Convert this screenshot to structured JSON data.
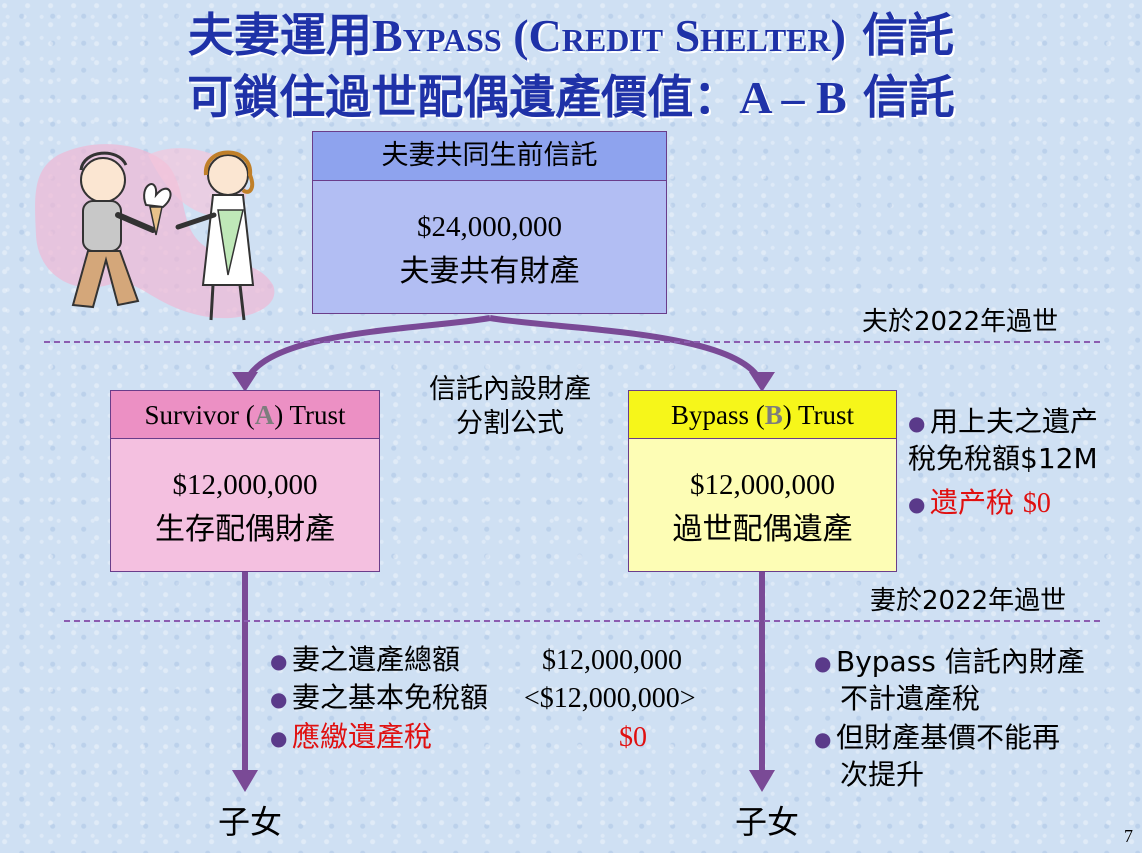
{
  "title": {
    "line1_cjk_a": "夫妻運用",
    "line1_latin": "Bypass (Credit Shelter)",
    "line1_cjk_b": "信託",
    "line2_cjk": "可鎖住過世配偶遺產價值：",
    "line2_latin": "A – B",
    "line2_cjk_b": "信託"
  },
  "joint_trust": {
    "header": "夫妻共同生前信託",
    "amount": "$24,000,000",
    "label": "夫妻共有財產"
  },
  "husband_death": "夫於2022年過世",
  "split_formula": [
    "信託內設財產",
    "分割公式"
  ],
  "trust_a": {
    "header_pre": "Survivor (",
    "letter": "A",
    "header_post": ") Trust",
    "amount": "$12,000,000",
    "label": "生存配偶財產"
  },
  "trust_b": {
    "header_pre": "Bypass (",
    "letter": "B",
    "header_post": ") Trust",
    "amount": "$12,000,000",
    "label": "過世配偶遺產"
  },
  "b_notes": {
    "n1_line1": "用上夫之遺产",
    "n1_line2": "稅免稅額$12M",
    "n2_label": "遗产稅",
    "n2_value": "$0"
  },
  "wife_death": "妻於2022年過世",
  "a_bullets": [
    {
      "label": "妻之遺產總額",
      "value": "$12,000,000"
    },
    {
      "label": "妻之基本免稅額",
      "value": "<$12,000,000>"
    },
    {
      "label": "應繳遺產稅",
      "value": "$0"
    }
  ],
  "b_bullets": {
    "b1_line1": "Bypass 信託內財產",
    "b1_line2": "不計遺產稅",
    "b2_line1": "但財產基價不能再",
    "b2_line2": "次提升"
  },
  "children_a": "子女",
  "children_b": "子女",
  "page_number": "7",
  "colors": {
    "title": "#1f32a8",
    "arrow": "#7a4a96",
    "highlight_red": "#e01010"
  }
}
